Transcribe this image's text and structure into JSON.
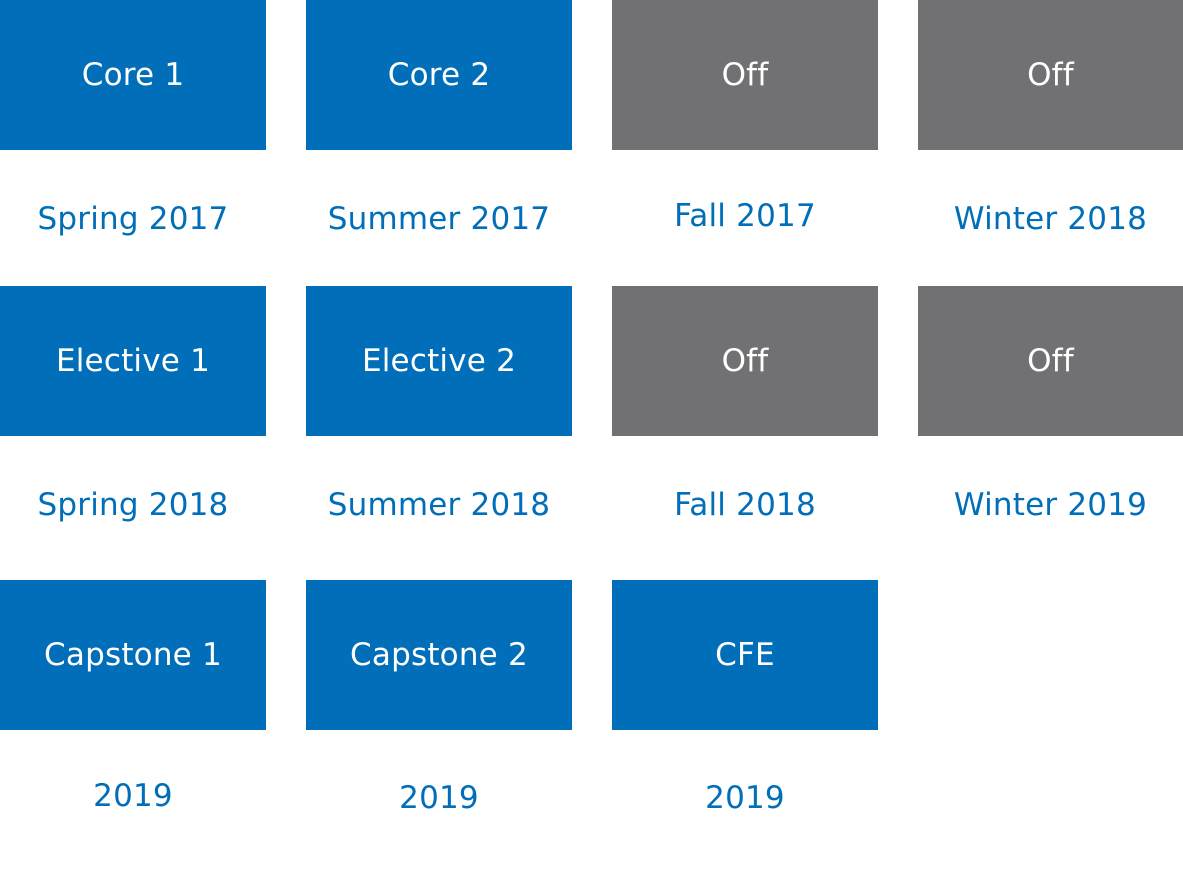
{
  "tiles": [
    {
      "label": "Core 1",
      "status": "course"
    },
    {
      "label": "Core 2",
      "status": "course"
    },
    {
      "label": "Off",
      "status": "off"
    },
    {
      "label": "Off",
      "status": "off"
    },
    {
      "label": "Elective 1",
      "status": "course"
    },
    {
      "label": "Elective 2",
      "status": "course"
    },
    {
      "label": "Off",
      "status": "off"
    },
    {
      "label": "Off",
      "status": "off"
    },
    {
      "label": "Capstone 1",
      "status": "course"
    },
    {
      "label": "Capstone 2",
      "status": "course"
    },
    {
      "label": "CFE",
      "status": "course"
    }
  ],
  "terms": [
    "Spring 2017",
    "Summer 2017",
    "Fall 2017",
    "Winter 2018",
    "Spring 2018",
    "Summer 2018",
    "Fall 2018",
    "Winter 2019",
    "2019",
    "2019",
    "2019"
  ],
  "colors": {
    "course": "#006EB8",
    "off": "#717073",
    "term_text": "#006EB8",
    "tile_text": "#FFFFFF"
  }
}
